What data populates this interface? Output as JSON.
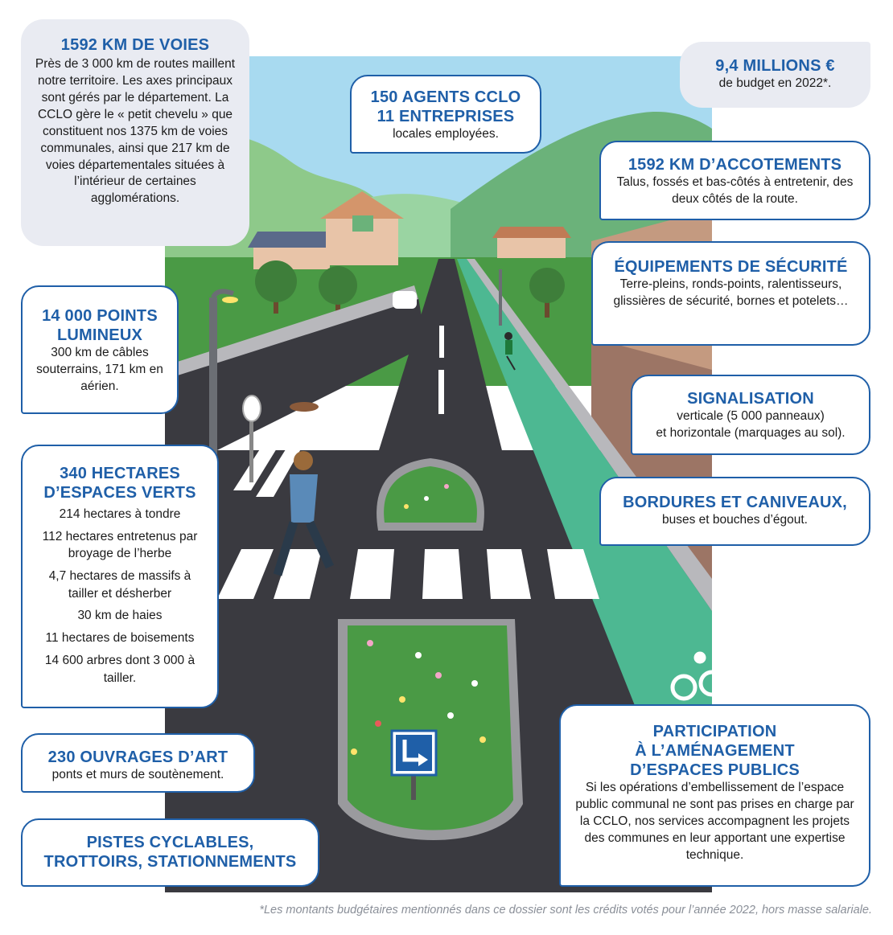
{
  "boxes": {
    "voies": {
      "title": "1592 KM DE VOIES",
      "text": "Près de 3 000 km de routes maillent notre territoire. Les axes principaux sont gérés par le département. La CCLO gère le « petit chevelu » que constituent nos 1375 km de voies communales, ainsi que 217 km de voies départementales situées à l’intérieur de certaines agglomérations."
    },
    "agents": {
      "title_line1": "150 AGENTS CCLO",
      "title_line2": "11 ENTREPRISES",
      "text": "locales employées."
    },
    "budget": {
      "title": "9,4 MILLIONS €",
      "text": "de budget en 2022*."
    },
    "accotements": {
      "title": "1592 KM D’ACCOTEMENTS",
      "text": "Talus, fossés et bas-côtés à entretenir, des deux côtés de la route."
    },
    "securite": {
      "title": "ÉQUIPEMENTS DE SÉCURITÉ",
      "text": "Terre-pleins, ronds-points, ralentisseurs, glissières de sécurité, bornes et potelets…"
    },
    "lumineux": {
      "title_line1": "14 000 POINTS",
      "title_line2": "LUMINEUX",
      "text": "300 km de câbles souterrains, 171 km en aérien."
    },
    "signalisation": {
      "title": "SIGNALISATION",
      "text_line1": "verticale (5 000 panneaux)",
      "text_line2": "et horizontale (marquages au sol)."
    },
    "espaces_verts": {
      "title_line1": "340 HECTARES",
      "title_line2": "D’ESPACES VERTS",
      "items": [
        "214 hectares à tondre",
        "112 hectares entretenus par broyage de l’herbe",
        "4,7 hectares de massifs à tailler et désherber",
        "30 km de haies",
        "11 hectares de boisements",
        "14 600 arbres dont 3 000 à tailler."
      ]
    },
    "bordures": {
      "title": "BORDURES ET CANIVEAUX,",
      "text": "buses et bouches d’égout."
    },
    "ouvrages": {
      "title": "230 OUVRAGES D’ART",
      "text": "ponts et murs de soutènement."
    },
    "pistes": {
      "title_line1": "PISTES CYCLABLES,",
      "title_line2": "TROTTOIRS, STATIONNEMENTS"
    },
    "participation": {
      "title_line1": "PARTICIPATION",
      "title_line2": "À L’AMÉNAGEMENT",
      "title_line3": "D’ESPACES PUBLICS",
      "text": "Si les opérations d’embellissement de l’espace public communal ne sont pas prises en charge par la CCLO, nos services accompagnent les projets des communes en leur apportant une expertise technique."
    }
  },
  "footnote": "*Les montants budgétaires mentionnés dans ce dossier sont les crédits votés pour l’année 2022, hors masse salariale.",
  "colors": {
    "accent": "#1f5fa8",
    "sky": "#a8daf0",
    "grass": "#4a9a45",
    "road": "#3a3a40",
    "bike_lane": "#4db892",
    "box_grey": "#e9ebf2"
  },
  "icons": [
    "street-lamp-icon",
    "cyclist-icon",
    "pedestrian-icon",
    "direction-sign-icon",
    "bike-lane-symbol-icon",
    "house-icon",
    "tree-icon",
    "car-icon",
    "manhole-icon"
  ]
}
